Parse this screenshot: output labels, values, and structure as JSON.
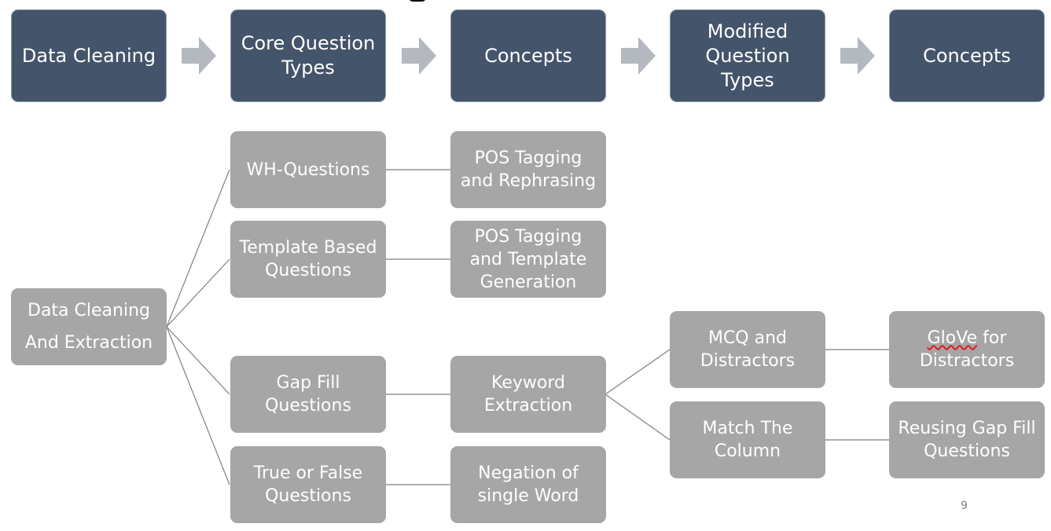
{
  "colors": {
    "header_fill": "#44546a",
    "node_fill": "#a6a6a6",
    "connector": "#7f7f7f",
    "arrow_fill": "#b4b9c0"
  },
  "headers": [
    {
      "label": "Data Cleaning"
    },
    {
      "label": "Core Question Types"
    },
    {
      "label": "Concepts"
    },
    {
      "label": "Modified Question Types"
    },
    {
      "label": "Concepts"
    }
  ],
  "nodes": {
    "root": {
      "line1": "Data Cleaning",
      "line2": "And Extraction"
    },
    "wh_questions": {
      "label": "WH-Questions"
    },
    "template_questions": {
      "label": "Template Based Questions"
    },
    "gap_fill": {
      "label": "Gap Fill Questions"
    },
    "true_false": {
      "label": "True or False Questions"
    },
    "pos_rephrasing": {
      "label": "POS Tagging and Rephrasing"
    },
    "pos_template": {
      "label": "POS Tagging and Template Generation"
    },
    "keyword_extraction": {
      "label": "Keyword Extraction"
    },
    "negation": {
      "label": "Negation of single Word"
    },
    "mcq": {
      "label": "MCQ and Distractors"
    },
    "match_column": {
      "label": "Match The Column"
    },
    "glove": {
      "word": "GloVe",
      "rest": "for Distractors"
    },
    "reusing": {
      "label": "Reusing Gap Fill Questions"
    }
  },
  "page_number": "9"
}
